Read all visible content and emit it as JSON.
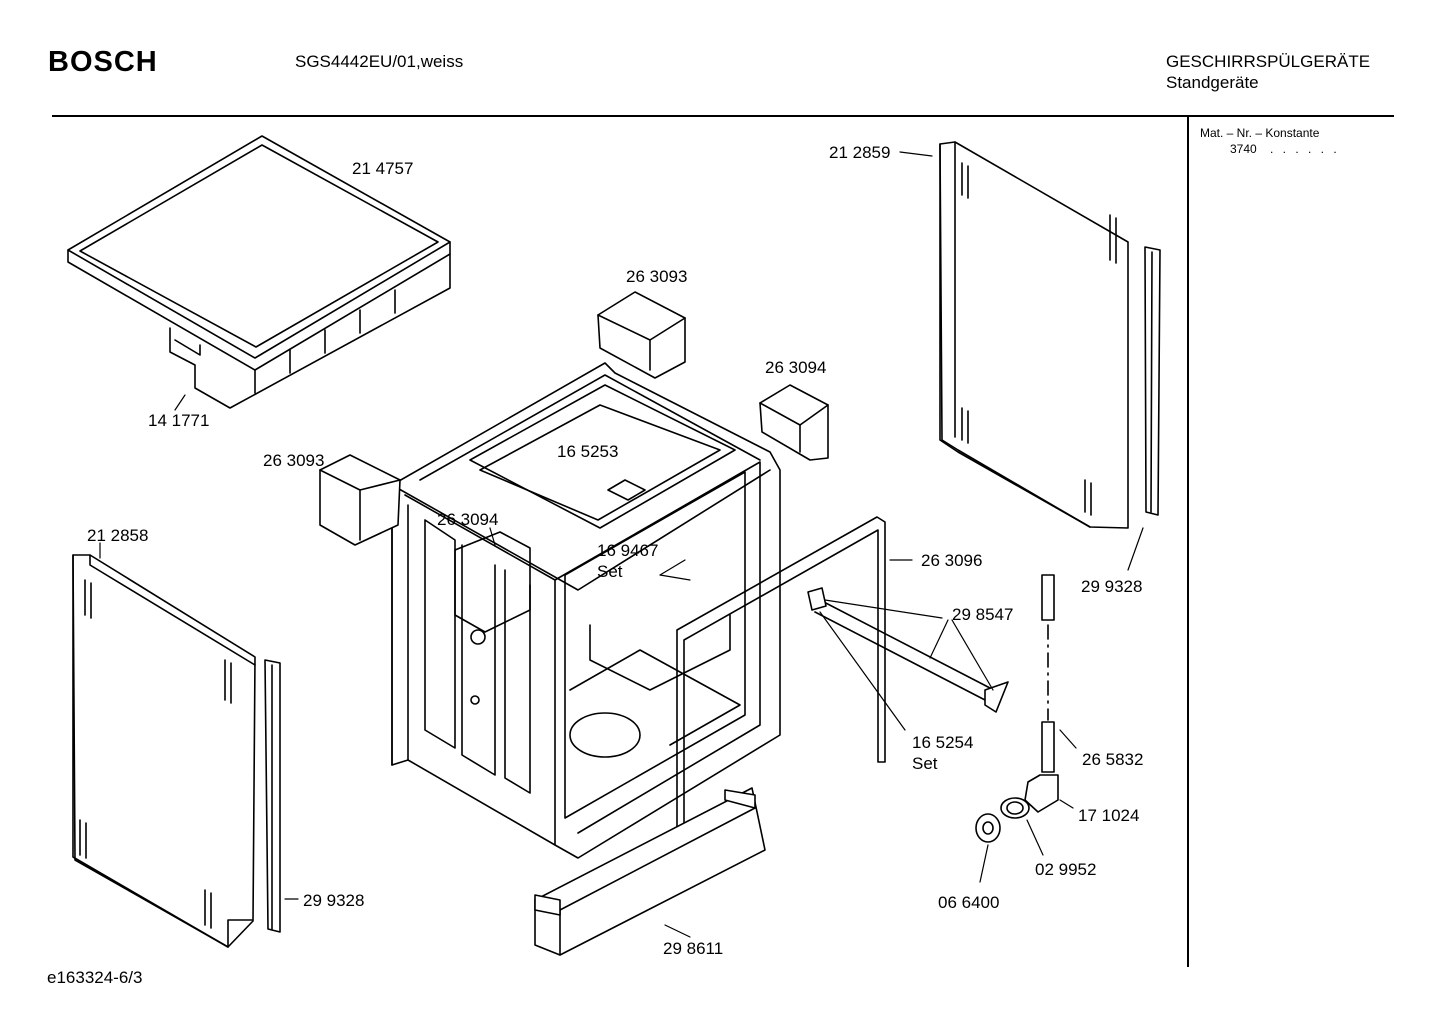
{
  "header": {
    "brand": "BOSCH",
    "model": "SGS4442EU/01,weiss",
    "category": "GESCHIRRSPÜLGERÄTE",
    "subcategory": "Standgeräte"
  },
  "sidebar": {
    "heading": "Mat. – Nr. – Konstante",
    "value": "3740",
    "dots": ". . . . . ."
  },
  "parts": [
    {
      "id": "top-cover",
      "number": "21 4757"
    },
    {
      "id": "top-cover-bracket",
      "number": "14 1771"
    },
    {
      "id": "side-panel-right",
      "number": "21 2859"
    },
    {
      "id": "bracket-rear",
      "number": "26 3093"
    },
    {
      "id": "bracket-rear-right",
      "number": "26 3094"
    },
    {
      "id": "bracket-left",
      "number": "26 3093"
    },
    {
      "id": "tub-clip",
      "number": "16 5253"
    },
    {
      "id": "bracket-inner",
      "number": "26 3094"
    },
    {
      "id": "side-panel-left",
      "number": "21 2858"
    },
    {
      "id": "seal-set",
      "number": "16 9467"
    },
    {
      "id": "seal-set-label",
      "number": "Set"
    },
    {
      "id": "door-seal",
      "number": "26 3096"
    },
    {
      "id": "strip-right",
      "number": "29 9328"
    },
    {
      "id": "rail-end",
      "number": "29 8547"
    },
    {
      "id": "rail-set",
      "number": "16 5254"
    },
    {
      "id": "rail-set-label",
      "number": "Set"
    },
    {
      "id": "hose",
      "number": "26 5832"
    },
    {
      "id": "elbow",
      "number": "17 1024"
    },
    {
      "id": "nut",
      "number": "02 9952"
    },
    {
      "id": "washer",
      "number": "06 6400"
    },
    {
      "id": "strip-left",
      "number": "29 9328"
    },
    {
      "id": "plinth",
      "number": "29 8611"
    }
  ],
  "footer": {
    "code": "e163324-6/3"
  }
}
